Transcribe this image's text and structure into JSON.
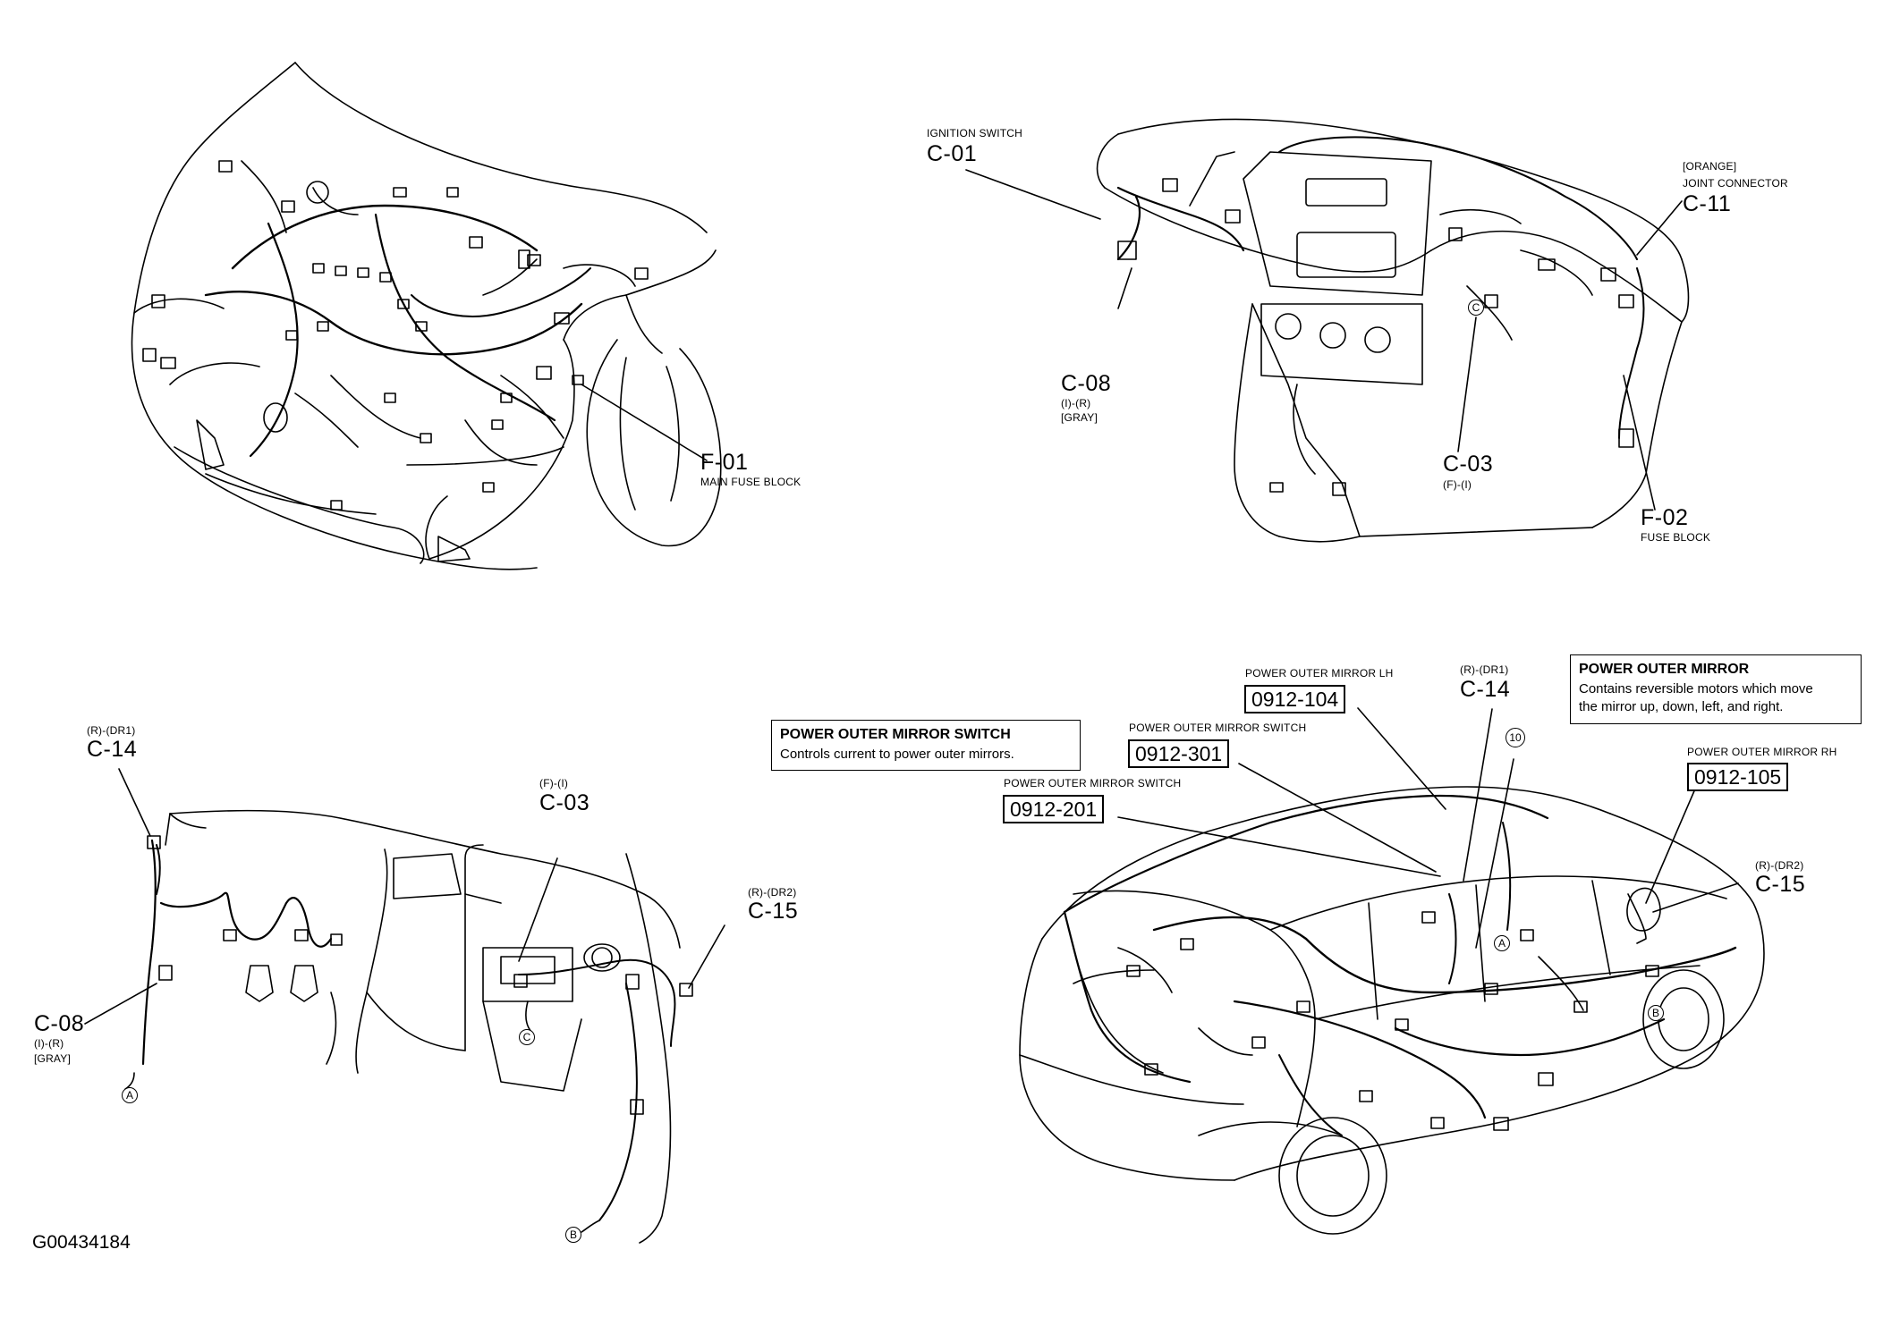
{
  "figure_id": "G00434184",
  "panels": {
    "engine": {
      "f01": {
        "code": "F-01",
        "desc": "MAIN FUSE BLOCK"
      }
    },
    "dash": {
      "c01": {
        "title": "IGNITION SWITCH",
        "code": "C-01"
      },
      "c11": {
        "color": "[ORANGE]",
        "title": "JOINT CONNECTOR",
        "code": "C-11"
      },
      "c08": {
        "code": "C-08",
        "spec": "(I)-(R)",
        "color": "[GRAY]"
      },
      "c03": {
        "code": "C-03",
        "spec": "(F)-(I)"
      },
      "f02": {
        "code": "F-02",
        "desc": "FUSE BLOCK"
      },
      "marker_c": "C"
    },
    "kick": {
      "c14": {
        "spec": "(R)-(DR1)",
        "code": "C-14"
      },
      "c03": {
        "spec": "(F)-(I)",
        "code": "C-03"
      },
      "c15": {
        "spec": "(R)-(DR2)",
        "code": "C-15"
      },
      "c08": {
        "code": "C-08",
        "spec": "(I)-(R)",
        "color": "[GRAY]"
      },
      "marker_a": "A",
      "marker_b": "B",
      "marker_c": "C"
    },
    "vehicle": {
      "mirror_lh": {
        "title": "POWER OUTER MIRROR LH",
        "code": "0912-104"
      },
      "c14": {
        "spec": "(R)-(DR1)",
        "code": "C-14"
      },
      "switch_301": {
        "title": "POWER OUTER MIRROR SWITCH",
        "code": "0912-301"
      },
      "switch_201": {
        "title": "POWER OUTER MIRROR SWITCH",
        "code": "0912-201"
      },
      "mirror_rh": {
        "title": "POWER OUTER MIRROR RH",
        "code": "0912-105"
      },
      "c15": {
        "spec": "(R)-(DR2)",
        "code": "C-15"
      },
      "marker_10": "10",
      "marker_a": "A",
      "marker_b": "B"
    }
  },
  "notes": {
    "switch": {
      "title": "POWER OUTER MIRROR SWITCH",
      "desc": "Controls current to power outer mirrors."
    },
    "mirror": {
      "title": "POWER OUTER MIRROR",
      "desc_1": "Contains reversible motors which move",
      "desc_2": "the mirror up, down, left, and right."
    }
  }
}
